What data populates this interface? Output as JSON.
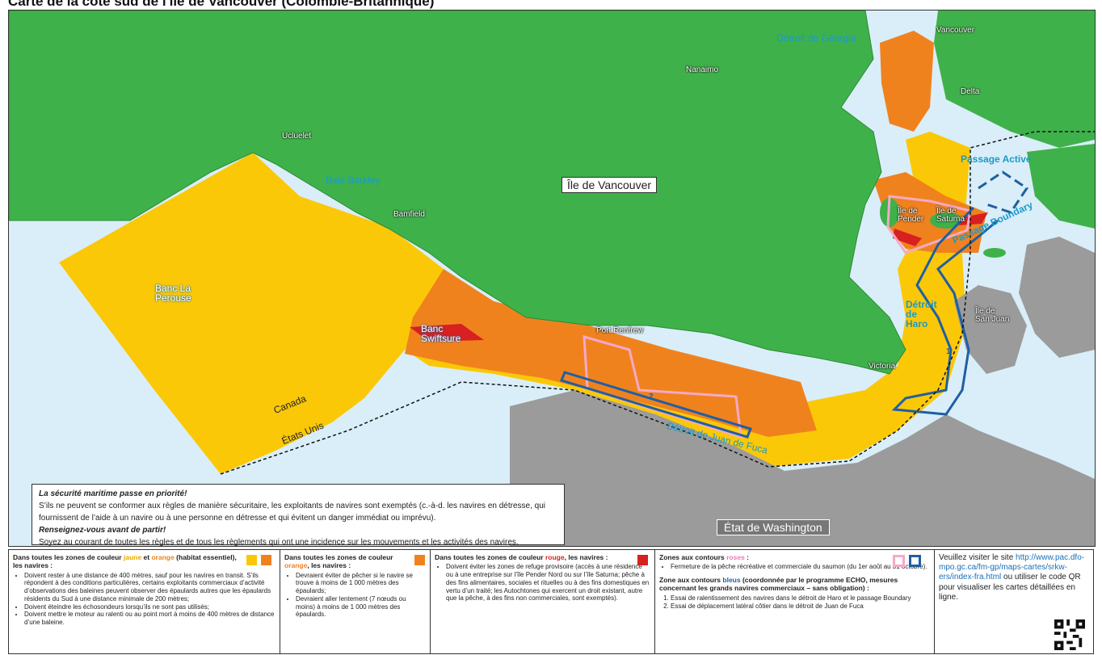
{
  "title": "Carte de la côte sud de l'île de Vancouver (Colombie-Britannique)",
  "colors": {
    "water": "#d9eef8",
    "land_canada": "#3fb14a",
    "land_usa": "#9b9b9b",
    "zone_yellow": "#fbc808",
    "zone_orange": "#f0821e",
    "zone_red": "#d72020",
    "contour_pink": "#f5a9c8",
    "contour_blue": "#1f5fa3"
  },
  "map": {
    "labels": {
      "detroit_georgia": "Détroit de Géorgia",
      "vancouver": "Vancouver",
      "delta": "Delta",
      "nanaimo": "Nanaimo",
      "ucluelet": "Ucluelet",
      "baie_barkley": "Baie Barkley",
      "bamfield": "Bamfield",
      "ile_vancouver": "Île de Vancouver",
      "passage_active": "Passage Active",
      "passage_boundary": "Passage Boundary",
      "ile_pender": "Île de Pender",
      "ile_saturna": "Île de Saturna",
      "banc_la_perouse": "Banc La Perouse",
      "banc_swiftsure": "Banc Swiftsure",
      "port_renfrew": "Port Renfrew",
      "detroit_haro": "Détroit de Haro",
      "ile_san_juan": "Île de San Juan",
      "victoria": "Victoria",
      "canada": "Canada",
      "etats_unis": "États Unis",
      "detroit_juan_de_fuca": "Détroit de Juan de Fuca",
      "etat_washington": "État de Washington",
      "trial_1": "1",
      "trial_2": "2"
    },
    "safety": {
      "heading1": "La sécurité maritime passe en priorité!",
      "text1": "S’ils ne peuvent se conformer aux règles de manière sécuritaire, les exploitants de navires sont exemptés (c.-à-d. les navires en détresse, qui fournissent de l’aide à un navire ou à une personne en détresse et qui évitent un danger immédiat ou imprévu).",
      "heading2": "Renseignez-vous avant de partir!",
      "text2": "Soyez au courant de toutes les règles et de tous les règlements qui ont une incidence sur les mouvements et les activités des navires."
    }
  },
  "legend": {
    "col1": {
      "h_pre": "Dans toutes les zones de couleur ",
      "h_yellow": "jaune",
      "h_mid": " et ",
      "h_orange": "orange",
      "h_post": " (habitat essentiel), les navires :",
      "items": [
        "Doivent rester à une distance de 400 mètres, sauf pour les navires en transit. S’ils répondent à des conditions particulières, certains exploitants commerciaux d’activité d’observations des baleines peuvent observer des épaulards autres que les épaulards résidents du Sud à une distance minimale de 200 mètres;",
        "Doivent éteindre les échosondeurs lorsqu’ils ne sont pas utilisés;",
        "Doivent mettre le moteur au ralenti ou au point mort à moins de 400 mètres de distance d’une baleine."
      ]
    },
    "col2": {
      "h_pre": "Dans toutes les zones de couleur ",
      "h_orange": "orange",
      "h_post": ", les navires :",
      "items": [
        "Devraient éviter de pêcher si le navire se trouve à moins de 1 000 mètres des épaulards;",
        "Devraient aller lentement (7 nœuds ou moins) à moins de 1 000 mètres des épaulards."
      ]
    },
    "col3": {
      "h_pre": "Dans toutes les zones de couleur ",
      "h_red": "rouge",
      "h_post": ", les navires :",
      "items": [
        "Doivent éviter les zones de refuge provisoire (accès à une résidence ou à une entreprise sur l’île Pender Nord ou sur l’île Saturna; pêche à des fins alimentaires, sociales et rituelles ou à des fins domestiques en vertu d’un traité; les Autochtones qui exercent un droit existant, autre que la pêche, à des fins non commerciales, sont exemptés)."
      ]
    },
    "col4": {
      "h1_pre": "Zones aux contours ",
      "h1_pink": "roses",
      "h1_post": " :",
      "items1": [
        "Fermeture de la pêche récréative et commerciale du saumon (du 1er août au 31 octobre)."
      ],
      "h2_pre": "Zone aux contours ",
      "h2_blue": "bleus",
      "h2_post": " (coordonnée par le programme ECHO, mesures concernant les grands navires commerciaux – sans obligation) :",
      "items2": [
        "Essai de ralentissement des navires dans le détroit de Haro et le passage Boundary",
        "Essai de déplacement latéral côtier dans le détroit de Juan de Fuca"
      ]
    },
    "col5": {
      "pre": "Veuillez visiter le site ",
      "link": "http://www.pac.dfo-mpo.gc.ca/fm-gp/maps-cartes/srkw-ers/index-fra.html",
      "post": " ou utiliser le code QR pour visualiser les cartes détaillées en ligne."
    }
  }
}
